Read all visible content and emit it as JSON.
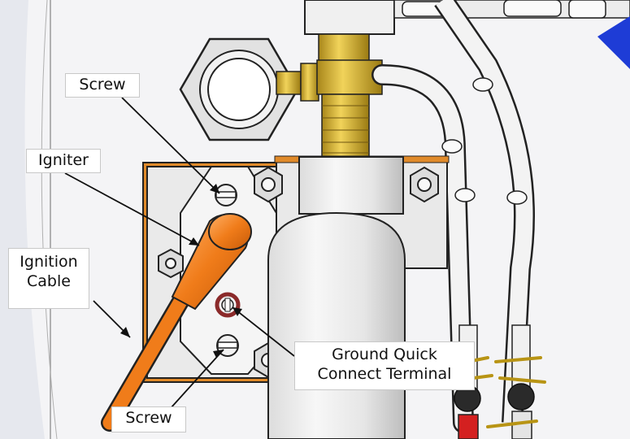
{
  "labels": {
    "screw_top": "Screw",
    "igniter": "Igniter",
    "ignition_cable_line1": "Ignition",
    "ignition_cable_line2": "Cable",
    "ground_line1": "Ground Quick",
    "ground_line2": "Connect Terminal",
    "screw_bottom": "Screw"
  },
  "colors": {
    "igniter_orange": "#f07c1a",
    "brass": "#d6b32a",
    "gasket": "#e08a2a",
    "ground_ring": "#8b2a2a",
    "accent_blue": "#1e3cd6",
    "valve_red": "#d42020"
  }
}
